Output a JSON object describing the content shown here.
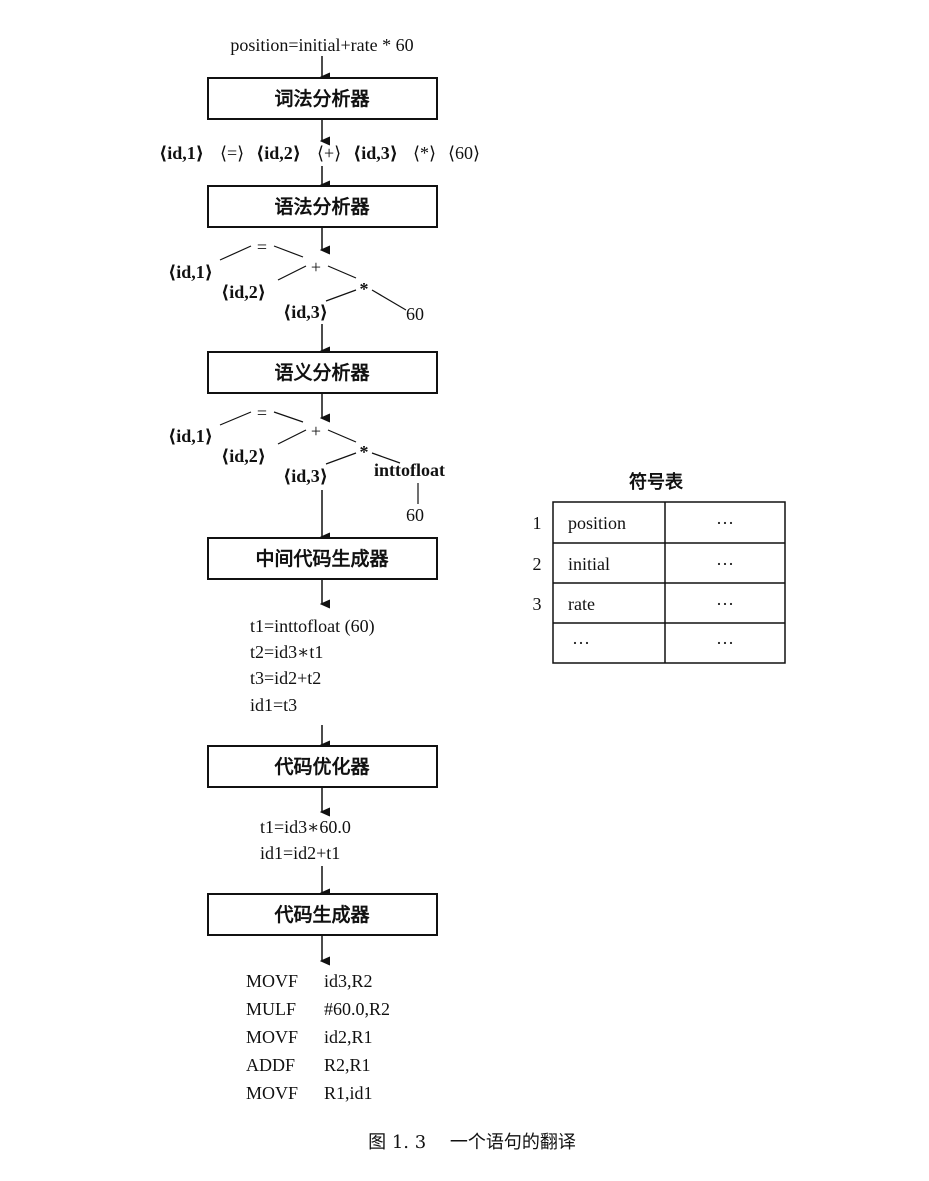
{
  "source_expression": "position=initial+rate * 60",
  "phases": {
    "lexer": "词法分析器",
    "parser": "语法分析器",
    "semantic": "语义分析器",
    "icg": "中间代码生成器",
    "optimizer": "代码优化器",
    "codegen": "代码生成器"
  },
  "tokens": {
    "t1": "⟨id,1⟩",
    "t2": "⟨=⟩",
    "t3": "⟨id,2⟩",
    "t4": "⟨+⟩",
    "t5": "⟨id,3⟩",
    "t6": "⟨*⟩",
    "t7": "⟨60⟩"
  },
  "syntax_tree": {
    "assign": "=",
    "plus": "+",
    "times": "*",
    "id1": "⟨id,1⟩",
    "id2": "⟨id,2⟩",
    "id3": "⟨id,3⟩",
    "num": "60"
  },
  "semantic_tree": {
    "assign": "=",
    "plus": "+",
    "times": "*",
    "id1": "⟨id,1⟩",
    "id2": "⟨id,2⟩",
    "id3": "⟨id,3⟩",
    "conv": "inttofloat",
    "num": "60"
  },
  "intermediate_code": [
    "t1=inttofloat (60)",
    "t2=id3∗t1",
    "t3=id2+t2",
    "id1=t3"
  ],
  "optimized_code": [
    "t1=id3∗60.0",
    "id1=id2+t1"
  ],
  "target_code": [
    {
      "op": "MOVF",
      "args": "id3,R2"
    },
    {
      "op": "MULF",
      "args": "#60.0,R2"
    },
    {
      "op": "MOVF",
      "args": "id2,R1"
    },
    {
      "op": "ADDF",
      "args": "R2,R1"
    },
    {
      "op": "MOVF",
      "args": "R1,id1"
    }
  ],
  "symbol_table": {
    "title": "符号表",
    "rows": [
      {
        "index": "1",
        "name": "position",
        "attr": "···"
      },
      {
        "index": "2",
        "name": "initial",
        "attr": "···"
      },
      {
        "index": "3",
        "name": "rate",
        "attr": "···"
      },
      {
        "index": "",
        "name": "···",
        "attr": "···"
      }
    ]
  },
  "caption": "图 1. 3　 一个语句的翻译"
}
